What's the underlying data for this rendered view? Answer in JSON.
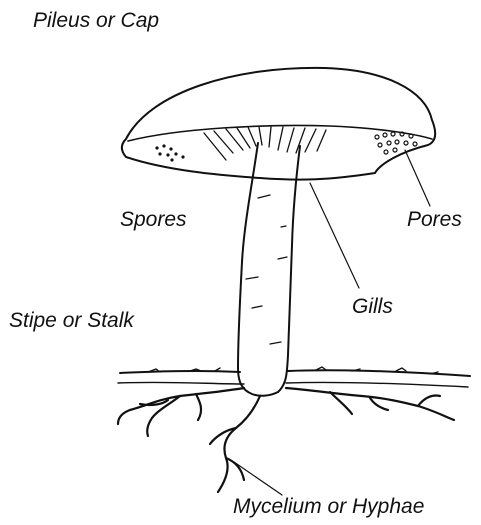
{
  "labels": {
    "pileus": "Pileus or Cap",
    "spores": "Spores",
    "pores": "Pores",
    "gills": "Gills",
    "stipe": "Stipe or Stalk",
    "mycelium": "Mycelium or Hyphae"
  },
  "colors": {
    "ink": "#111111",
    "background": "#ffffff"
  }
}
